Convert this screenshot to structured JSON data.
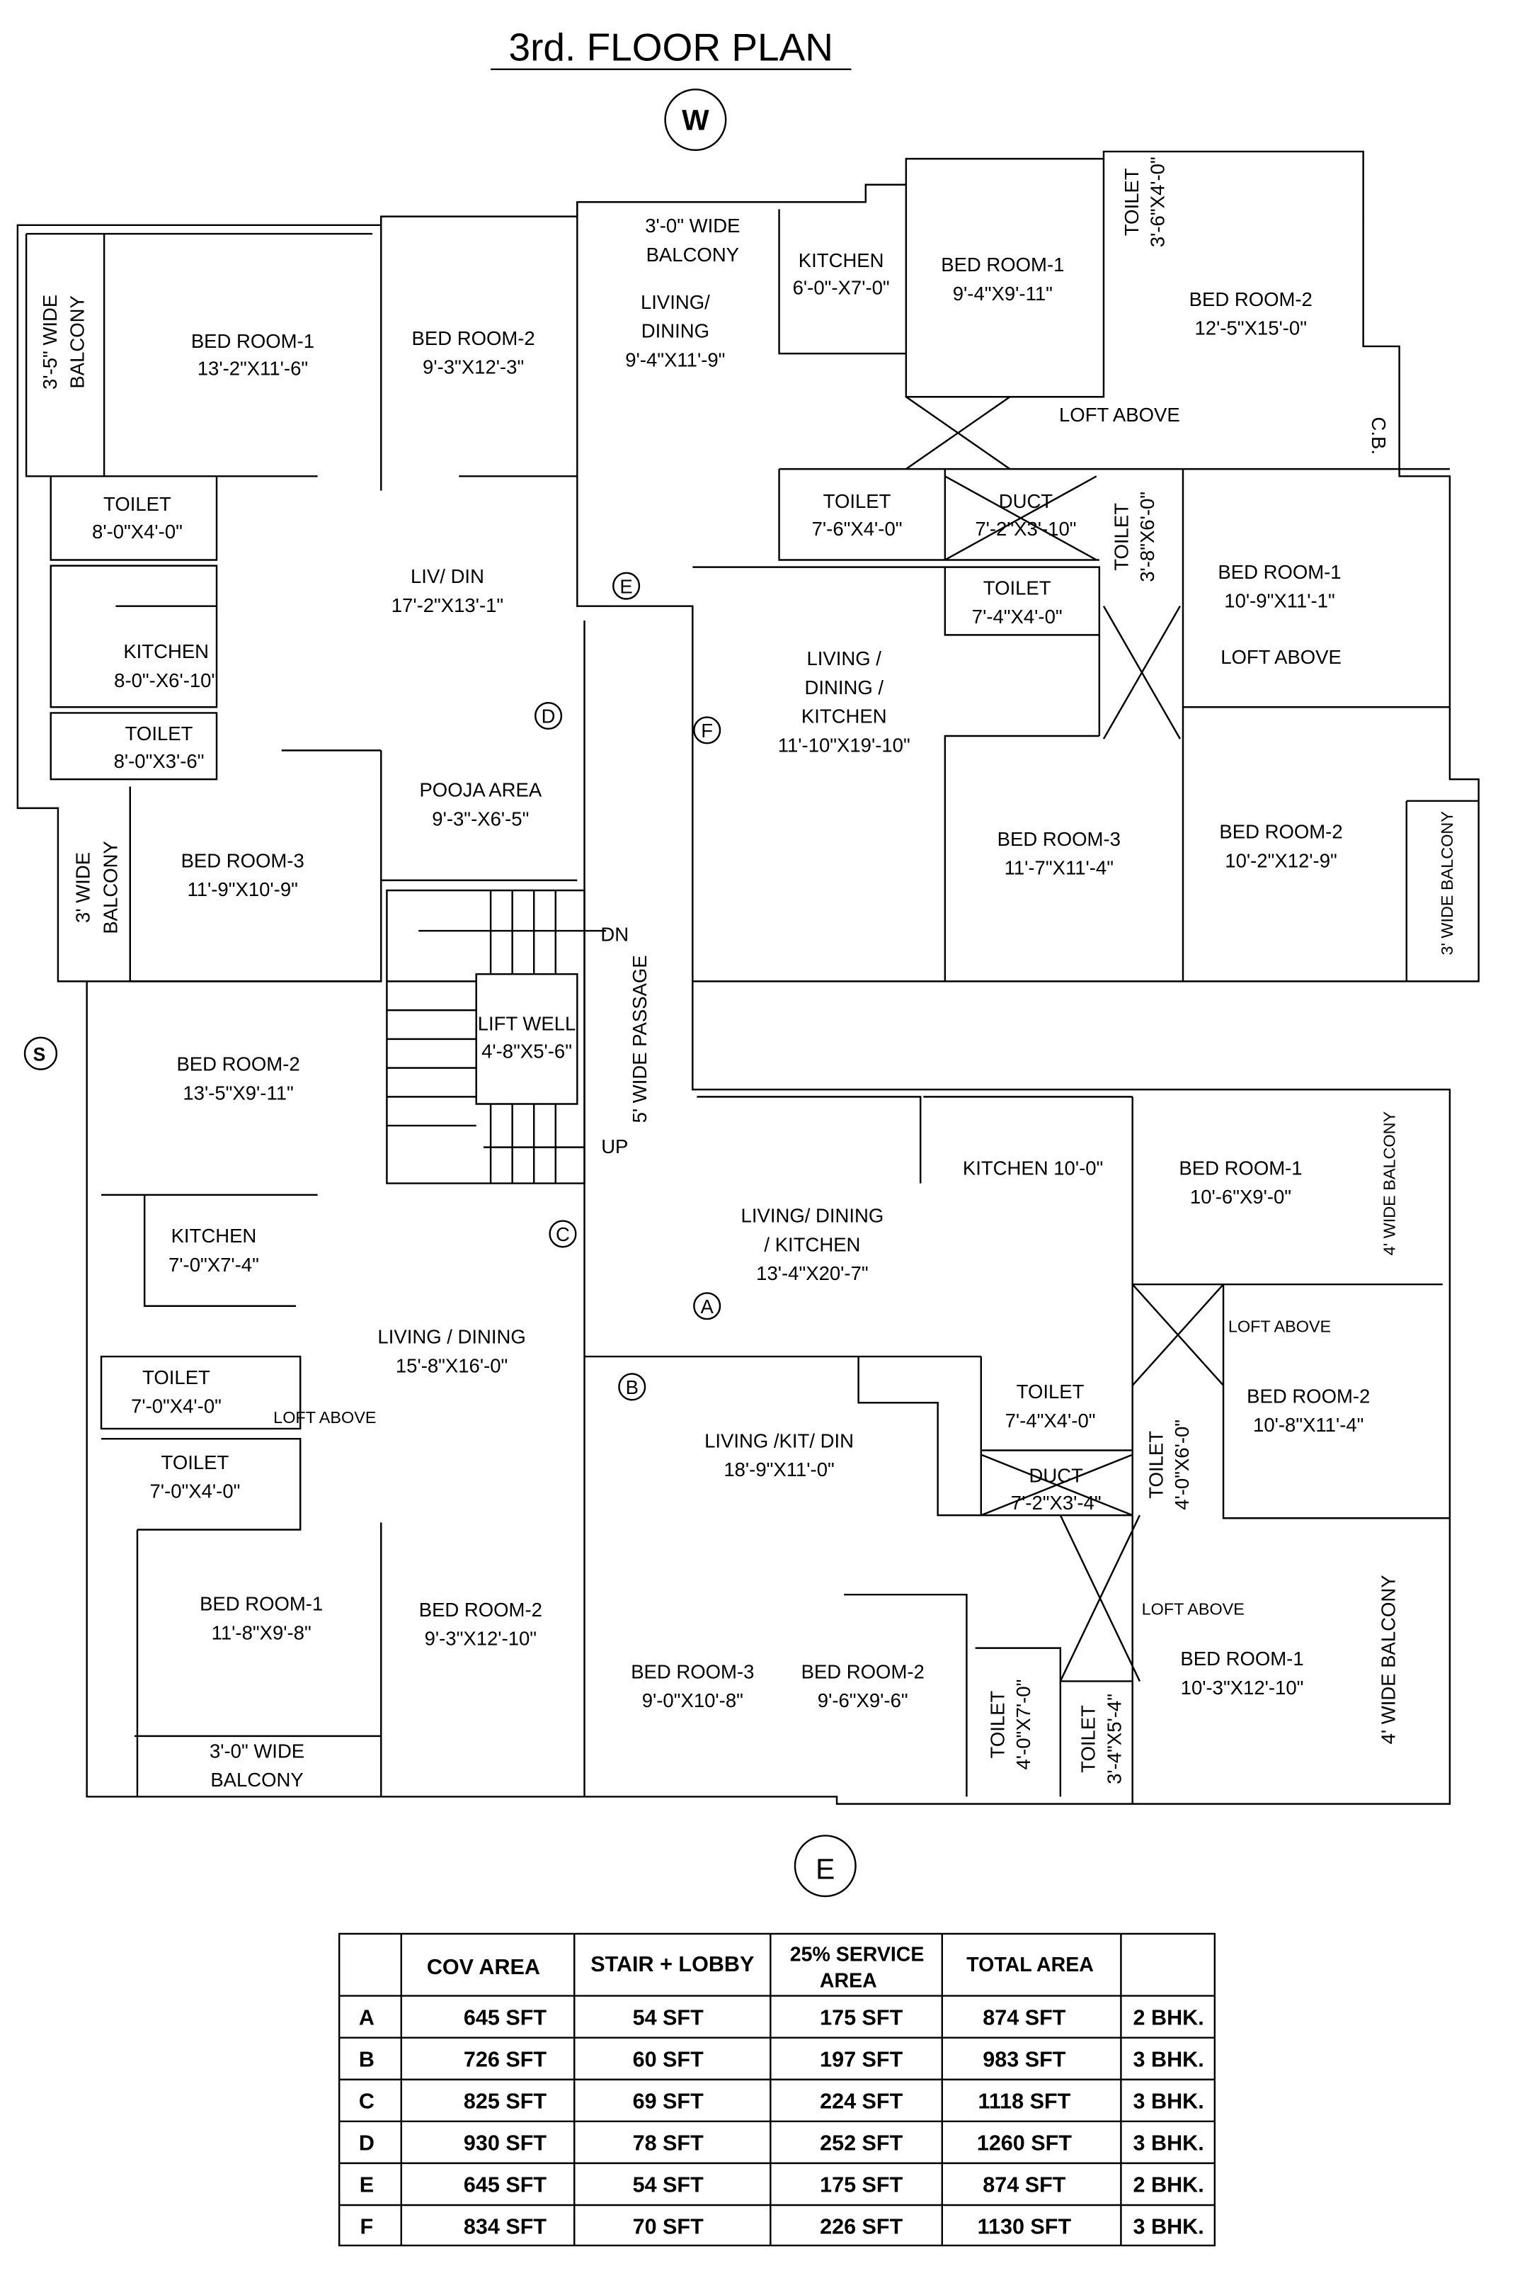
{
  "title": "3rd. FLOOR PLAN",
  "compass": {
    "west": "W",
    "south": "S",
    "east": "E"
  },
  "unit_markers": [
    "A",
    "B",
    "C",
    "D",
    "E",
    "F"
  ],
  "rooms": [
    [
      "3'-5\" WIDE",
      "BALCONY"
    ],
    [
      "BED ROOM-1",
      "13'-2\"X11'-6\""
    ],
    [
      "BED ROOM-2",
      "9'-3\"X12'-3\""
    ],
    [
      "3'-0\" WIDE",
      "BALCONY"
    ],
    [
      "KITCHEN",
      "6'-0\"-X7'-0\""
    ],
    [
      "LIVING/",
      "DINING",
      "9'-4\"X11'-9\""
    ],
    [
      "BED ROOM-1",
      "9'-4\"X9'-11\""
    ],
    [
      "TOILET",
      "3'-6\"X4'-0\""
    ],
    [
      "BED ROOM-2",
      "12'-5\"X15'-0\""
    ],
    [
      "LOFT ABOVE"
    ],
    [
      "C.B."
    ],
    [
      "TOILET",
      "8'-0\"X4'-0\""
    ],
    [
      "LIV/ DIN",
      "17'-2\"X13'-1\""
    ],
    [
      "KITCHEN",
      "8-0\"-X6'-10\""
    ],
    [
      "TOILET",
      "8'-0\"X3'-6\""
    ],
    [
      "POOJA AREA",
      "9'-3\"-X6'-5\""
    ],
    [
      "3' WIDE",
      "BALCONY"
    ],
    [
      "BED ROOM-3",
      "11'-9\"X10'-9\""
    ],
    [
      "TOILET",
      "7'-6\"X4'-0\""
    ],
    [
      "DUCT",
      "7'-2\"X3'-10\""
    ],
    [
      "TOILET",
      "3'-8\"X6'-0\""
    ],
    [
      "BED ROOM-1",
      "10'-9\"X11'-1\""
    ],
    [
      "TOILET",
      "7'-4\"X4'-0\""
    ],
    [
      "LOFT ABOVE"
    ],
    [
      "LIVING /",
      "DINING /",
      "KITCHEN",
      "11'-10\"X19'-10\""
    ],
    [
      "BED ROOM-3",
      "11'-7\"X11'-4\""
    ],
    [
      "BED ROOM-2",
      "10'-2\"X12'-9\""
    ],
    [
      "3' WIDE BALCONY"
    ],
    [
      "DN"
    ],
    [
      "5' WIDE PASSAGE"
    ],
    [
      "LIFT WELL",
      "4'-8\"X5'-6\""
    ],
    [
      "UP"
    ],
    [
      "BED ROOM-2",
      "13'-5\"X9'-11\""
    ],
    [
      "KITCHEN  10'-0\""
    ],
    [
      "BED ROOM-1",
      "10'-6\"X9'-0\""
    ],
    [
      "4' WIDE BALCONY"
    ],
    [
      "LIVING/ DINING",
      "/ KITCHEN",
      "13'-4\"X20'-7\""
    ],
    [
      "KITCHEN",
      "7'-0\"X7'-4\""
    ],
    [
      "LOFT ABOVE"
    ],
    [
      "LIVING / DINING",
      "15'-8\"X16'-0\""
    ],
    [
      "TOILET",
      "7'-0\"X4'-0\""
    ],
    [
      "TOILET",
      "7'-4\"X4'-0\""
    ],
    [
      "BED ROOM-2",
      "10'-8\"X11'-4\""
    ],
    [
      "LOFT ABOVE"
    ],
    [
      "LIVING /KIT/ DIN",
      "18'-9\"X11'-0\""
    ],
    [
      "TOILET",
      "4'-0\"X6'-0\""
    ],
    [
      "TOILET",
      "7'-0\"X4'-0\""
    ],
    [
      "DUCT",
      "7'-2\"X3'-4\""
    ],
    [
      "LOFT ABOVE"
    ],
    [
      "BED ROOM-1",
      "11'-8\"X9'-8\""
    ],
    [
      "BED ROOM-2",
      "9'-3\"X12'-10\""
    ],
    [
      "4' WIDE BALCONY"
    ],
    [
      "BED ROOM-1",
      "10'-3\"X12'-10\""
    ],
    [
      "BED ROOM-3",
      "9'-0\"X10'-8\""
    ],
    [
      "BED ROOM-2",
      "9'-6\"X9'-6\""
    ],
    [
      "TOILET",
      "4'-0\"X7'-0\""
    ],
    [
      "TOILET",
      "3'-4\"X5'-4\""
    ],
    [
      "3'-0\" WIDE",
      "BALCONY"
    ]
  ],
  "area_table": {
    "headers": [
      "",
      "COV AREA",
      "STAIR + LOBBY",
      "25% SERVICE",
      "AREA",
      "TOTAL AREA",
      ""
    ],
    "rows": [
      [
        "A",
        "645  SFT",
        "54 SFT",
        "175 SFT",
        "874  SFT",
        "2 BHK."
      ],
      [
        "B",
        "726  SFT",
        "60 SFT",
        "197 SFT",
        "983  SFT",
        "3 BHK."
      ],
      [
        "C",
        "825 SFT",
        "69 SFT",
        "224 SFT",
        "1118  SFT",
        "3 BHK."
      ],
      [
        "D",
        "930  SFT",
        "78 SFT",
        "252 SFT",
        "1260  SFT",
        "3 BHK."
      ],
      [
        "E",
        "645  SFT",
        "54 SFT",
        "175 SFT",
        "874  SFT",
        "2 BHK."
      ],
      [
        "F",
        "834 SFT",
        "70 SFT",
        "226 SFT",
        "1130  SFT",
        "3 BHK."
      ]
    ]
  }
}
